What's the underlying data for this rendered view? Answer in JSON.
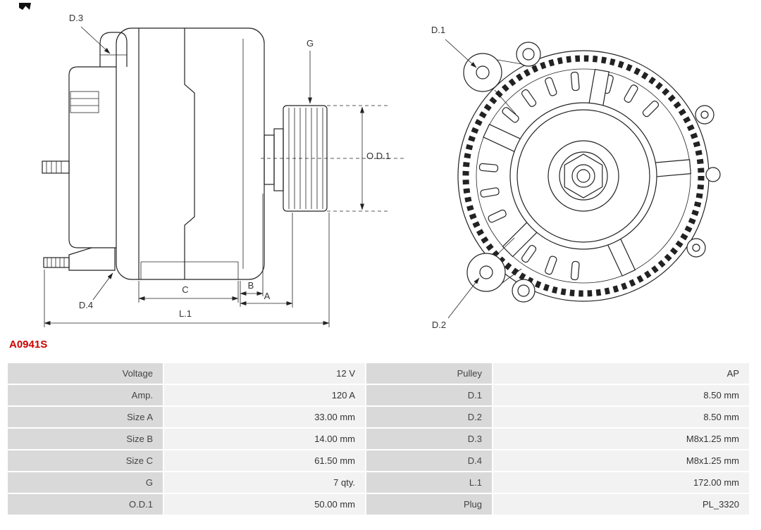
{
  "part_number": "A0941S",
  "colors": {
    "part_number_red": "#cc0000",
    "table_label_bg": "#d9d9d9",
    "table_value_bg": "#f2f2f2",
    "line_color": "#222222"
  },
  "diagram": {
    "side_view": {
      "d3": "D.3",
      "g": "G",
      "od1": "O.D.1",
      "d4": "D.4",
      "c": "C",
      "b": "B",
      "a": "A",
      "l1": "L.1"
    },
    "rear_view": {
      "d1": "D.1",
      "d2": "D.2"
    }
  },
  "table": {
    "rows": [
      {
        "c": [
          "Voltage",
          "12 V",
          "Pulley",
          "AP"
        ]
      },
      {
        "c": [
          "Amp.",
          "120 A",
          "D.1",
          "8.50 mm"
        ]
      },
      {
        "c": [
          "Size A",
          "33.00 mm",
          "D.2",
          "8.50 mm"
        ]
      },
      {
        "c": [
          "Size B",
          "14.00 mm",
          "D.3",
          "M8x1.25 mm"
        ]
      },
      {
        "c": [
          "Size C",
          "61.50 mm",
          "D.4",
          "M8x1.25 mm"
        ]
      },
      {
        "c": [
          "G",
          "7 qty.",
          "L.1",
          "172.00 mm"
        ]
      },
      {
        "c": [
          "O.D.1",
          "50.00 mm",
          "Plug",
          "PL_3320"
        ]
      }
    ]
  }
}
